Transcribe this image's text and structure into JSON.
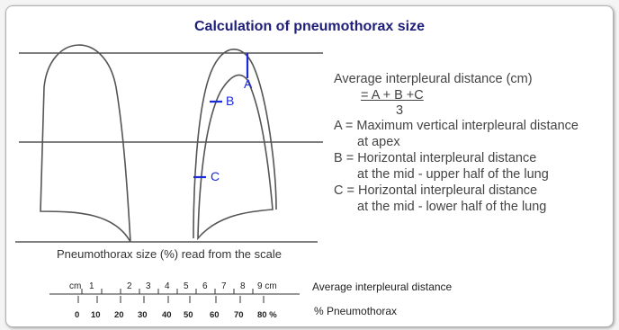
{
  "title": "Calculation of pneumothorax size",
  "labels": {
    "a": "A",
    "b": "B",
    "c": "C"
  },
  "explanation": {
    "heading": "Average interpleural distance (cm)",
    "formula_numerator": "= A + B +C",
    "formula_denominator": "3",
    "a_line1": "A = Maximum vertical interpleural distance",
    "a_line2": "at apex",
    "b_line1": "B = Horizontal interpleural distance",
    "b_line2": "at the mid - upper half of the lung",
    "c_line1": "C = Horizontal interpleural distance",
    "c_line2": "at the mid - lower half of the lung"
  },
  "caption": "Pneumothorax size (%) read from the scale",
  "scale": {
    "cm_unit": "cm",
    "cm_ticks": [
      "1",
      "2",
      "3",
      "4",
      "5",
      "6",
      "7",
      "8",
      "9 cm"
    ],
    "cm_name": "Average interpleural distance",
    "percent_ticks": [
      "0",
      "10",
      "20",
      "30",
      "40",
      "50",
      "60",
      "70",
      "80 %"
    ],
    "percent_name": "% Pneumothorax"
  },
  "colors": {
    "title": "#1f1f7a",
    "marker": "#1a2bd6",
    "outline": "#555555"
  }
}
